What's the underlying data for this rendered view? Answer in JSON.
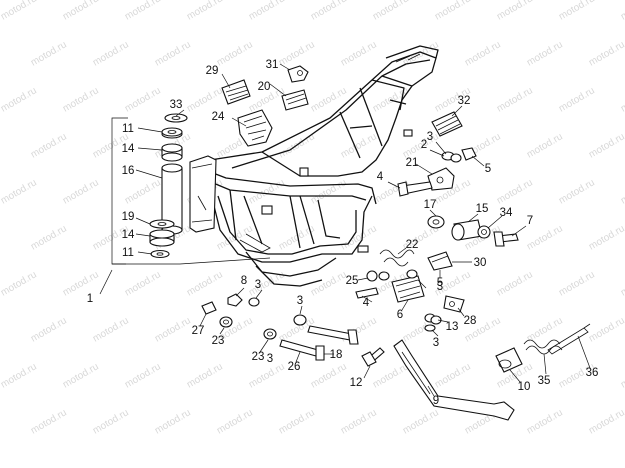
{
  "watermark": {
    "text": "motod.ru"
  },
  "callouts": [
    {
      "id": "1",
      "label": "1"
    },
    {
      "id": "3",
      "label": "3"
    },
    {
      "id": "4",
      "label": "4"
    },
    {
      "id": "5",
      "label": "5"
    },
    {
      "id": "6",
      "label": "6"
    },
    {
      "id": "7",
      "label": "7"
    },
    {
      "id": "8",
      "label": "8"
    },
    {
      "id": "9",
      "label": "9"
    },
    {
      "id": "10",
      "label": "10"
    },
    {
      "id": "11",
      "label": "11"
    },
    {
      "id": "12",
      "label": "12"
    },
    {
      "id": "13",
      "label": "13"
    },
    {
      "id": "14",
      "label": "14"
    },
    {
      "id": "15",
      "label": "15"
    },
    {
      "id": "16",
      "label": "16"
    },
    {
      "id": "17",
      "label": "17"
    },
    {
      "id": "18",
      "label": "18"
    },
    {
      "id": "19",
      "label": "19"
    },
    {
      "id": "20",
      "label": "20"
    },
    {
      "id": "21",
      "label": "21"
    },
    {
      "id": "22",
      "label": "22"
    },
    {
      "id": "23",
      "label": "23"
    },
    {
      "id": "24",
      "label": "24"
    },
    {
      "id": "25",
      "label": "25"
    },
    {
      "id": "26",
      "label": "26"
    },
    {
      "id": "27",
      "label": "27"
    },
    {
      "id": "28",
      "label": "28"
    },
    {
      "id": "29",
      "label": "29"
    },
    {
      "id": "30",
      "label": "30"
    },
    {
      "id": "31",
      "label": "31"
    },
    {
      "id": "32",
      "label": "32"
    },
    {
      "id": "33",
      "label": "33"
    },
    {
      "id": "34",
      "label": "34"
    },
    {
      "id": "35",
      "label": "35"
    },
    {
      "id": "36",
      "label": "36"
    },
    {
      "id": "2",
      "label": "2"
    }
  ]
}
